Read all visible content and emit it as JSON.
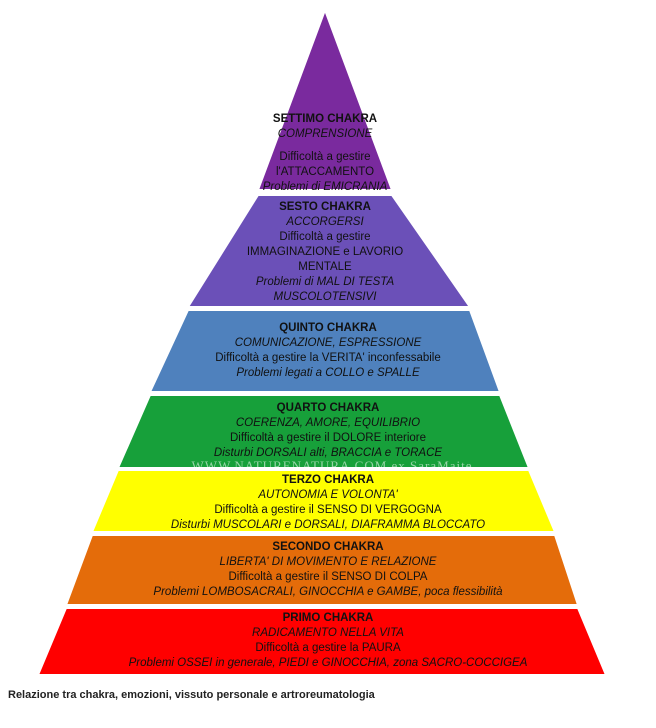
{
  "layers": [
    {
      "title": "SETTIMO CHAKRA",
      "quality": "COMPRENSIONE",
      "difficulty": [
        "Difficoltà a gestire",
        "l'ATTACCAMENTO"
      ],
      "problems": [
        "Problemi di EMICRANIA"
      ],
      "color": "#7a2a9e"
    },
    {
      "title": "SESTO CHAKRA",
      "quality": "ACCORGERSI",
      "difficulty": [
        "Difficoltà a gestire",
        "IMMAGINAZIONE e LAVORIO",
        "MENTALE"
      ],
      "problems": [
        "Problemi di MAL DI TESTA",
        "MUSCOLOTENSIVI"
      ],
      "color": "#6b50b8"
    },
    {
      "title": "QUINTO CHAKRA",
      "quality": "COMUNICAZIONE, ESPRESSIONE",
      "difficulty": [
        "Difficoltà a gestire la VERITA' inconfessabile"
      ],
      "problems": [
        "Problemi legati a COLLO e SPALLE"
      ],
      "color": "#4f81bd"
    },
    {
      "title": "QUARTO CHAKRA",
      "quality": "COERENZA, AMORE, EQUILIBRIO",
      "difficulty": [
        "Difficoltà a gestire il DOLORE interiore"
      ],
      "problems": [
        "Disturbi DORSALI alti, BRACCIA e TORACE"
      ],
      "color": "#17a03a"
    },
    {
      "title": "TERZO CHAKRA",
      "quality": "AUTONOMIA E VOLONTA'",
      "difficulty": [
        "Difficoltà a gestire il SENSO DI VERGOGNA"
      ],
      "problems": [
        "Disturbi MUSCOLARI e DORSALI, DIAFRAMMA BLOCCATO"
      ],
      "color": "#ffff00"
    },
    {
      "title": "SECONDO CHAKRA",
      "quality": "LIBERTA' DI MOVIMENTO E RELAZIONE",
      "difficulty": [
        "Difficoltà a gestire il SENSO DI COLPA"
      ],
      "problems": [
        "Problemi LOMBOSACRALI, GINOCCHIA e GAMBE, poca flessibilità"
      ],
      "color": "#e46c0a"
    },
    {
      "title": "PRIMO CHAKRA",
      "quality": "RADICAMENTO NELLA VITA",
      "difficulty": [
        "Difficoltà a gestire la PAURA"
      ],
      "problems": [
        "Problemi OSSEI in generale, PIEDI e GINOCCHIA, zona SACRO-COCCIGEA"
      ],
      "color": "#ff0000"
    }
  ],
  "watermark": "WWW.NATURENATURA.COM ex SaraMaite",
  "caption": "Relazione tra chakra, emozioni, vissuto personale e artroreumatologia"
}
